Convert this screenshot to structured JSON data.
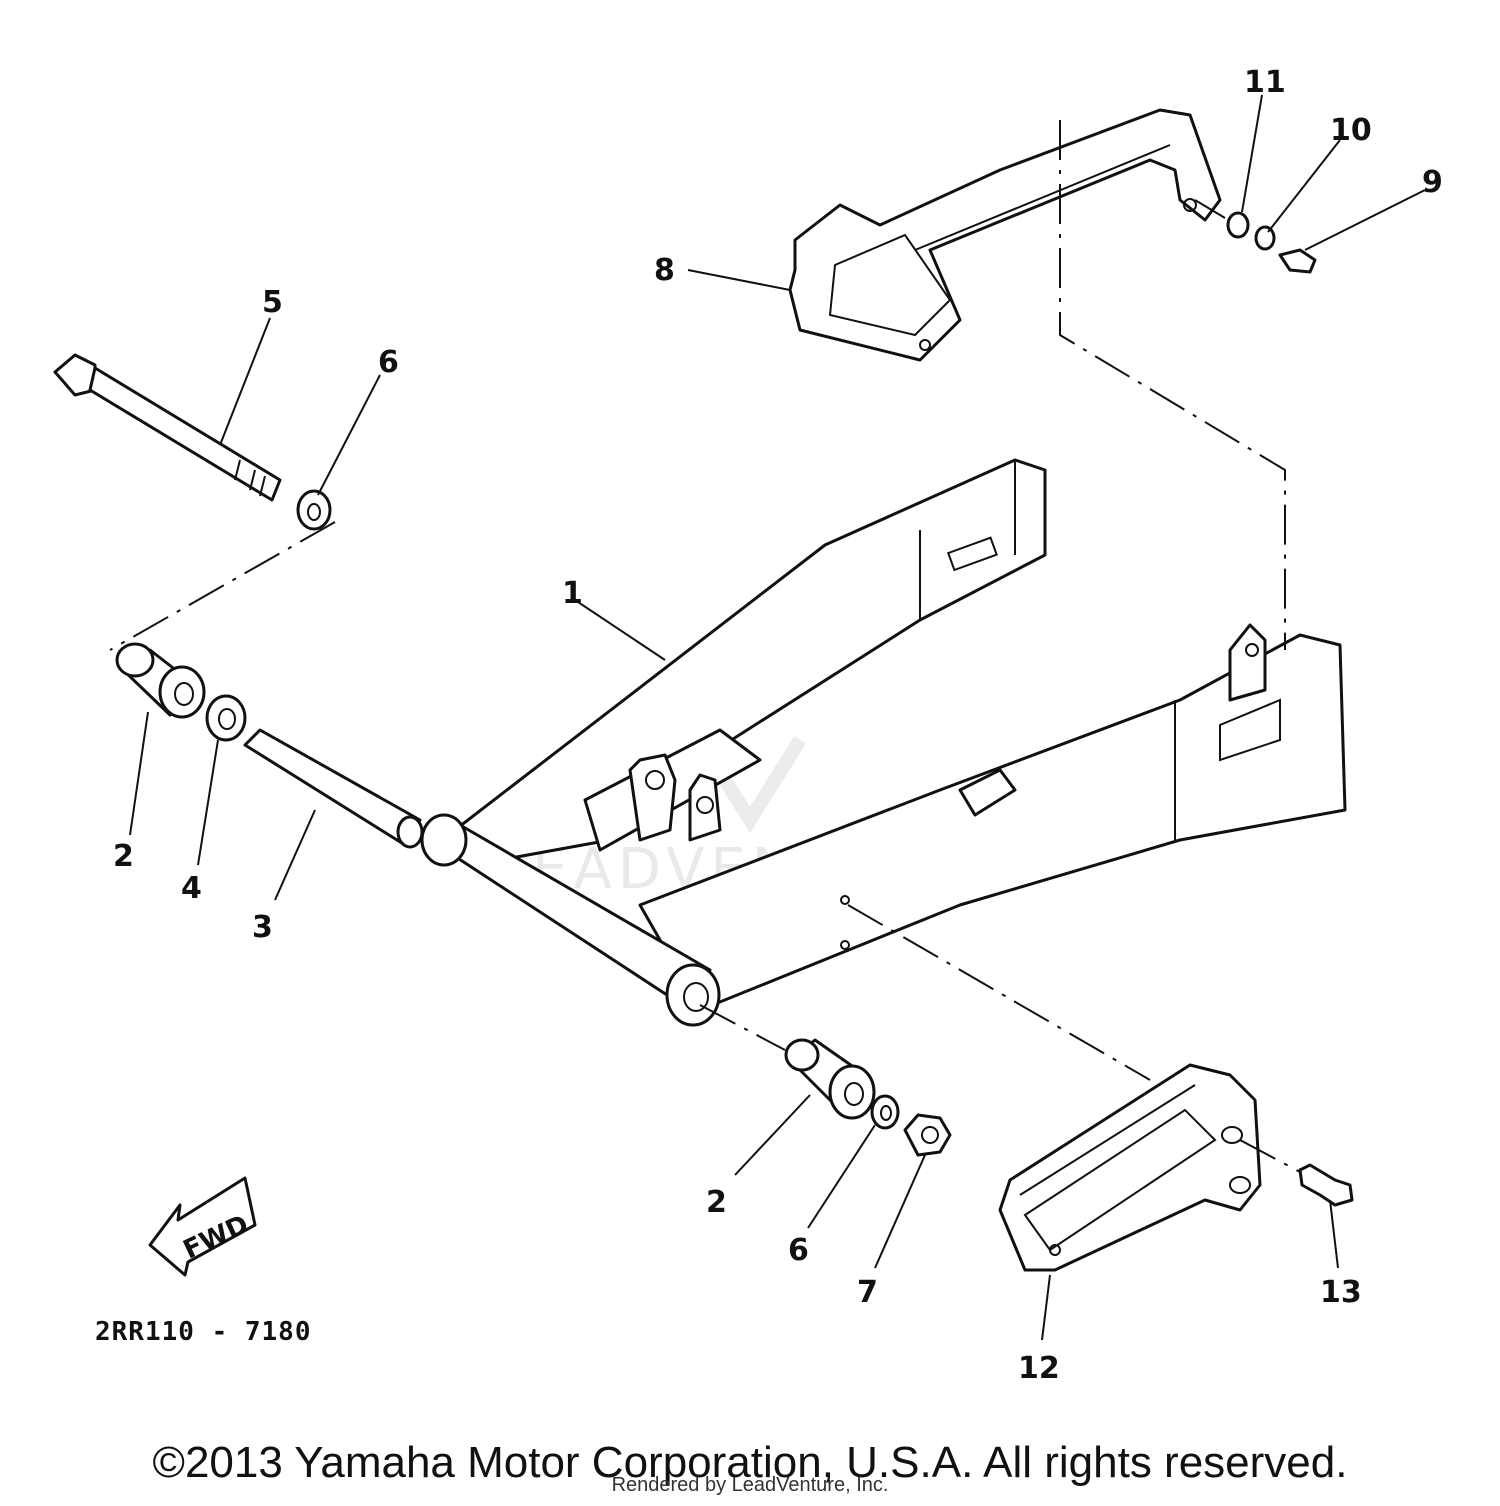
{
  "watermark": "LEADVENTURE",
  "diagram_code": "2RR110 - 7180",
  "fwd_label": "FWD",
  "callouts": {
    "c1": "1",
    "c2a": "2",
    "c2b": "2",
    "c3": "3",
    "c4": "4",
    "c5": "5",
    "c6a": "6",
    "c6b": "6",
    "c7": "7",
    "c8": "8",
    "c9": "9",
    "c10": "10",
    "c11": "11",
    "c12": "12",
    "c13": "13"
  },
  "copyright": "©2013 Yamaha Motor Corporation, U.S.A. All rights reserved.",
  "rendered_by": "Rendered by LeadVenture, Inc."
}
